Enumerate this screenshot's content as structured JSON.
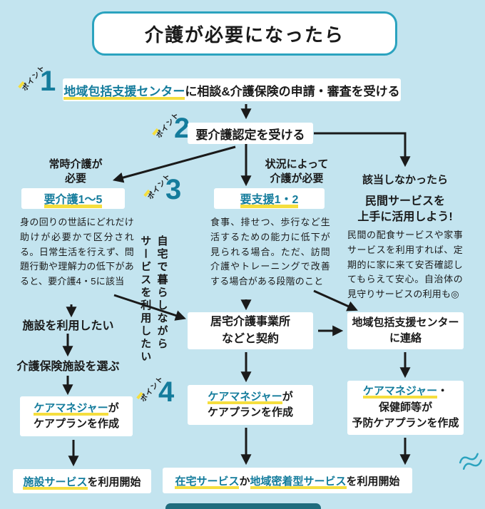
{
  "colors": {
    "bg": "#c3e4ef",
    "teal": "#147c9c",
    "yellow": "#f5de3e",
    "border_teal": "#2ba3bf",
    "bar": "#1f6c7d"
  },
  "title": "介護が必要になったら",
  "points": {
    "label": "ポイント",
    "numbers": [
      "1",
      "2",
      "3",
      "4"
    ]
  },
  "step1": {
    "highlight": "地域包括支援センター",
    "rest": "に相談&介護保険の申請・審査を受ける"
  },
  "step2": "要介護認定を受ける",
  "conditions": {
    "constant_care": [
      "常時介護が",
      "必要"
    ],
    "situational": [
      "状況によって",
      "介護が必要"
    ],
    "not_eligible": "該当しなかったら"
  },
  "levels": {
    "kaigo": "要介護1〜5",
    "shien": "要支援1・2"
  },
  "descriptions": {
    "kaigo": "身の回りの世話にどれだけ助けが必要かで区分される。日常生活を行えず、問題行動や理解力の低下があると、要介護4・5に該当",
    "shien": "食事、排せつ、歩行など生活するための能力に低下が見られる場合。ただ、訪問介護やトレーニングで改善する場合がある段階のこと"
  },
  "private": {
    "title": [
      "民間サービスを",
      "上手に活用しよう!"
    ],
    "desc": "民間の配食サービスや家事サービスを利用すれば、定期的に家に来て安否確認してもらえて安心。自治体の見守りサービスの利用も◎"
  },
  "home_preference": [
    "自宅で暮らしながら",
    "サービスを利用したい"
  ],
  "facility_path": {
    "want": "施設を利用したい",
    "choose": "介護保険施設を選ぶ",
    "careplan": {
      "highlight": "ケアマネジャー",
      "suffix": "が",
      "line2": "ケアプランを作成"
    },
    "start": {
      "highlight": "施設サービス",
      "rest": "を利用開始"
    }
  },
  "home_path": {
    "contract": [
      "居宅介護事業所",
      "などと契約"
    ],
    "careplan": {
      "highlight": "ケアマネジャー",
      "suffix": "が",
      "line2": "ケアプランを作成"
    },
    "start": {
      "h1": "在宅サービス",
      "m1": "か",
      "h2": "地域密着型サービス",
      "rest": "を利用開始"
    }
  },
  "support_path": {
    "contact": [
      "地域包括支援センター",
      "に連絡"
    ],
    "careplan": {
      "highlight": "ケアマネジャー",
      "suffix": "・",
      "line2": "保健師等が",
      "line3": "予防ケアプランを作成"
    }
  }
}
